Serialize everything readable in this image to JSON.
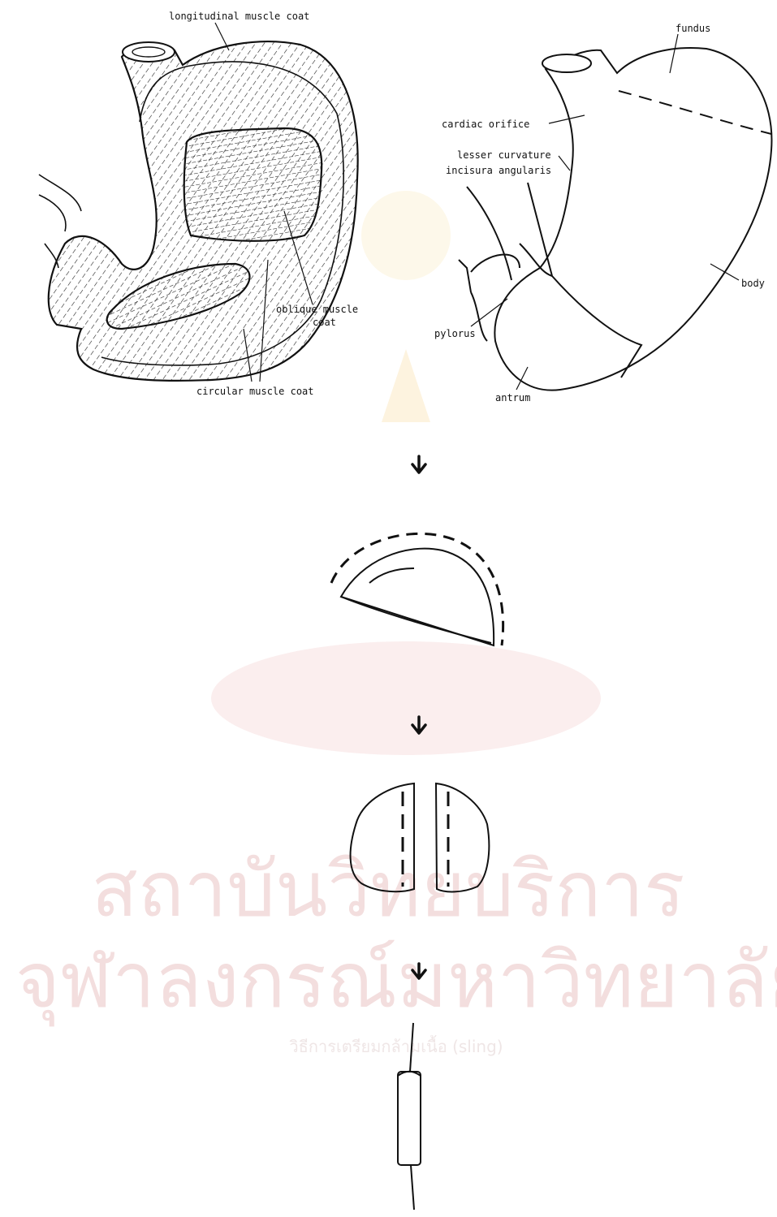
{
  "labels": {
    "longitudinal": "longitudinal muscle coat",
    "oblique_1": "oblique muscle",
    "oblique_2": "coat",
    "circular": "circular muscle coat",
    "fundus": "fundus",
    "cardiac": "cardiac orifice",
    "lesser": "lesser curvature",
    "incisura": "incisura angularis",
    "body": "body",
    "pylorus": "pylorus",
    "antrum": "antrum"
  },
  "watermark": {
    "line1": "สถาบันวิทยบริการ",
    "line2": "จุฬาลงกรณ์มหาวิทยาลัย",
    "caption": "วิธีการเตรียมกล้ามเนื้อ (sling)"
  },
  "colors": {
    "ink": "#111111",
    "watermark": "#f3dede"
  }
}
